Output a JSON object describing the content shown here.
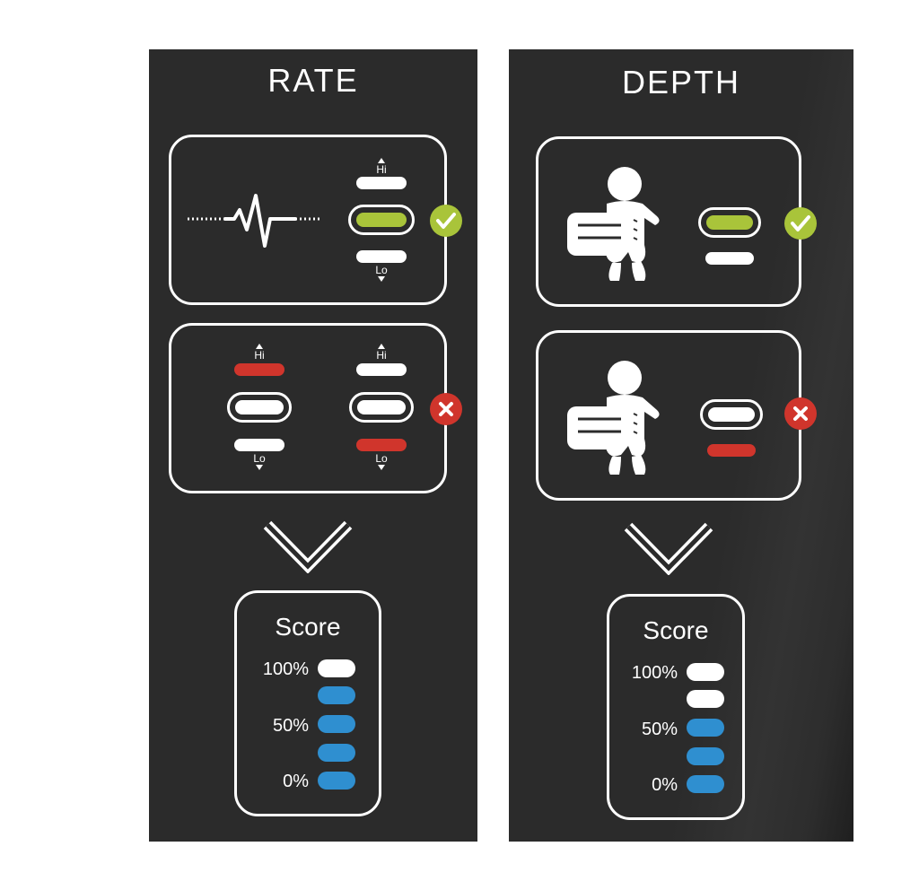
{
  "rate": {
    "title": "RATE",
    "correct_card": {
      "hi_label": "Hi",
      "lo_label": "Lo",
      "status": "check"
    },
    "incorrect_card": {
      "left": {
        "hi_label": "Hi",
        "lo_label": "Lo"
      },
      "right": {
        "hi_label": "Hi",
        "lo_label": "Lo"
      },
      "status": "x"
    },
    "score": {
      "title": "Score",
      "labels": [
        "100%",
        "50%",
        "0%"
      ],
      "level_fraction": 0.8
    }
  },
  "depth": {
    "title": "DEPTH",
    "correct_card": {
      "status": "check"
    },
    "incorrect_card": {
      "status": "x"
    },
    "score": {
      "title": "Score",
      "labels": [
        "100%",
        "50%",
        "0%"
      ],
      "level_fraction": 0.6
    }
  },
  "colors": {
    "panel_bg": "#2b2b2b",
    "correct_green": "#a9c43a",
    "error_red": "#d0352c",
    "score_blue": "#2f8fd0",
    "white": "#ffffff"
  },
  "icons": [
    "heartbeat-icon",
    "infant-compression-icon",
    "check-icon",
    "x-icon",
    "chevron-down-icon",
    "arrow-up-icon",
    "arrow-down-icon"
  ]
}
